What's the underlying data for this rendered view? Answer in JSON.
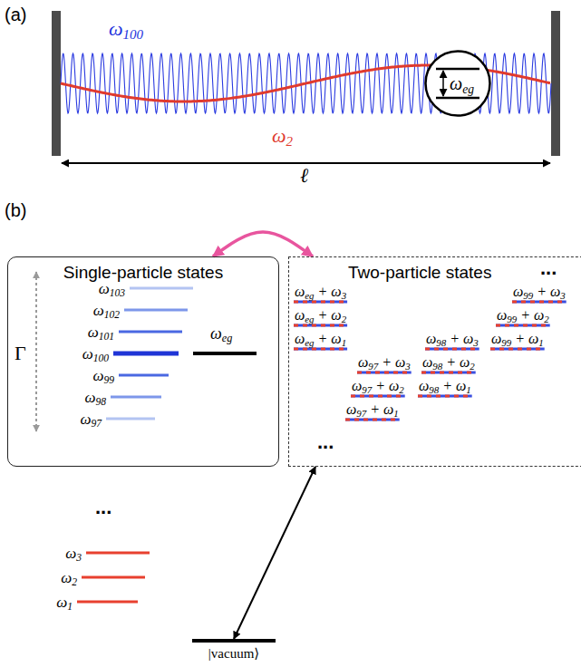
{
  "diagram": {
    "nodes": [
      {
        "text": [
          "ωeg"
        ]
      },
      {
        "text": [
          "Single-particle states"
        ]
      },
      {
        "text": [
          "Two-particle states"
        ]
      },
      {
        "text": [
          "|vacuum⟩"
        ]
      }
    ],
    "edges": [
      {
        "from": 1,
        "to": 2,
        "arrow": "both"
      },
      {
        "from": 3,
        "to": 2,
        "arrow": "both"
      }
    ],
    "labels": [
      "(a)",
      "ω100",
      "ω2",
      "ℓ",
      "(b)",
      "Γ",
      "ω103",
      "ω102",
      "ω101",
      "ω100",
      "ω99",
      "ω98",
      "ω97",
      "ωeg",
      "ωeg + ω3",
      "ωeg + ω2",
      "ωeg + ω1",
      "ω99 + ω3",
      "ω99 + ω2",
      "ω99 + ω1",
      "ω97 + ω3",
      "ω98 + ω3",
      "ω98 + ω2",
      "ω98 + ω1",
      "ω97 + ω2",
      "ω97 + ω1",
      "...",
      "...",
      "...",
      "ω3",
      "ω2",
      "ω1"
    ]
  }
}
